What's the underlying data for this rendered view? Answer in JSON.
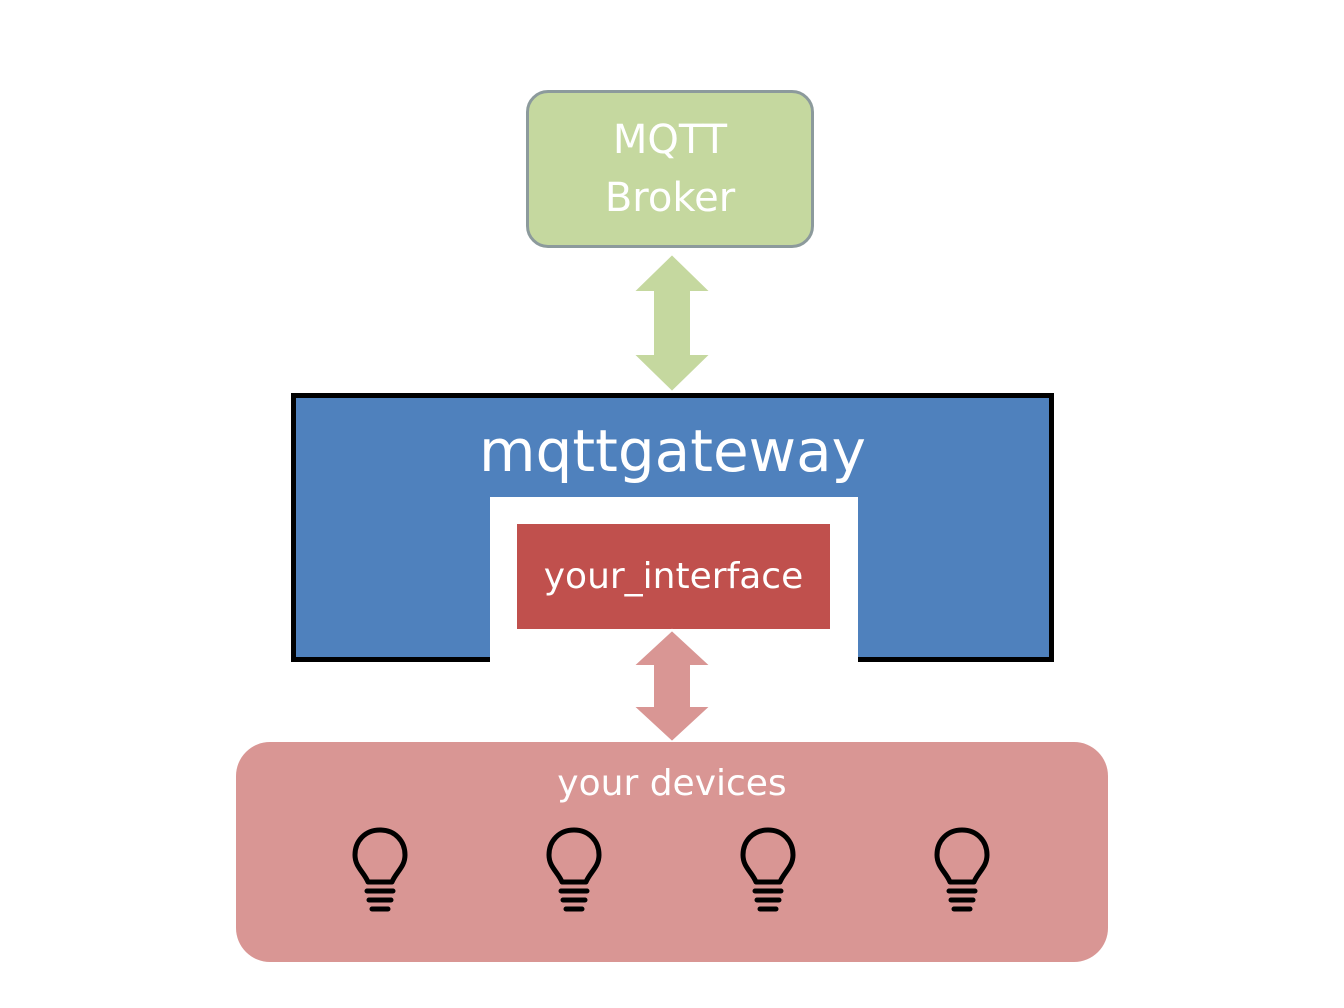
{
  "broker": {
    "line1": "MQTT",
    "line2": "Broker",
    "color": "#c5d89f"
  },
  "gateway": {
    "title": "mqttgateway",
    "color": "#4f81bd"
  },
  "interface": {
    "label": "your_interface",
    "color": "#c0504d"
  },
  "devices": {
    "label": "your devices",
    "color": "#d99694",
    "items": [
      {
        "icon": "lightbulb-icon"
      },
      {
        "icon": "lightbulb-icon"
      },
      {
        "icon": "lightbulb-icon"
      },
      {
        "icon": "lightbulb-icon"
      }
    ]
  },
  "connections": [
    {
      "from": "broker",
      "to": "gateway",
      "direction": "bidirectional",
      "color": "#c5d89f"
    },
    {
      "from": "interface",
      "to": "devices",
      "direction": "bidirectional",
      "color": "#d99694"
    }
  ]
}
